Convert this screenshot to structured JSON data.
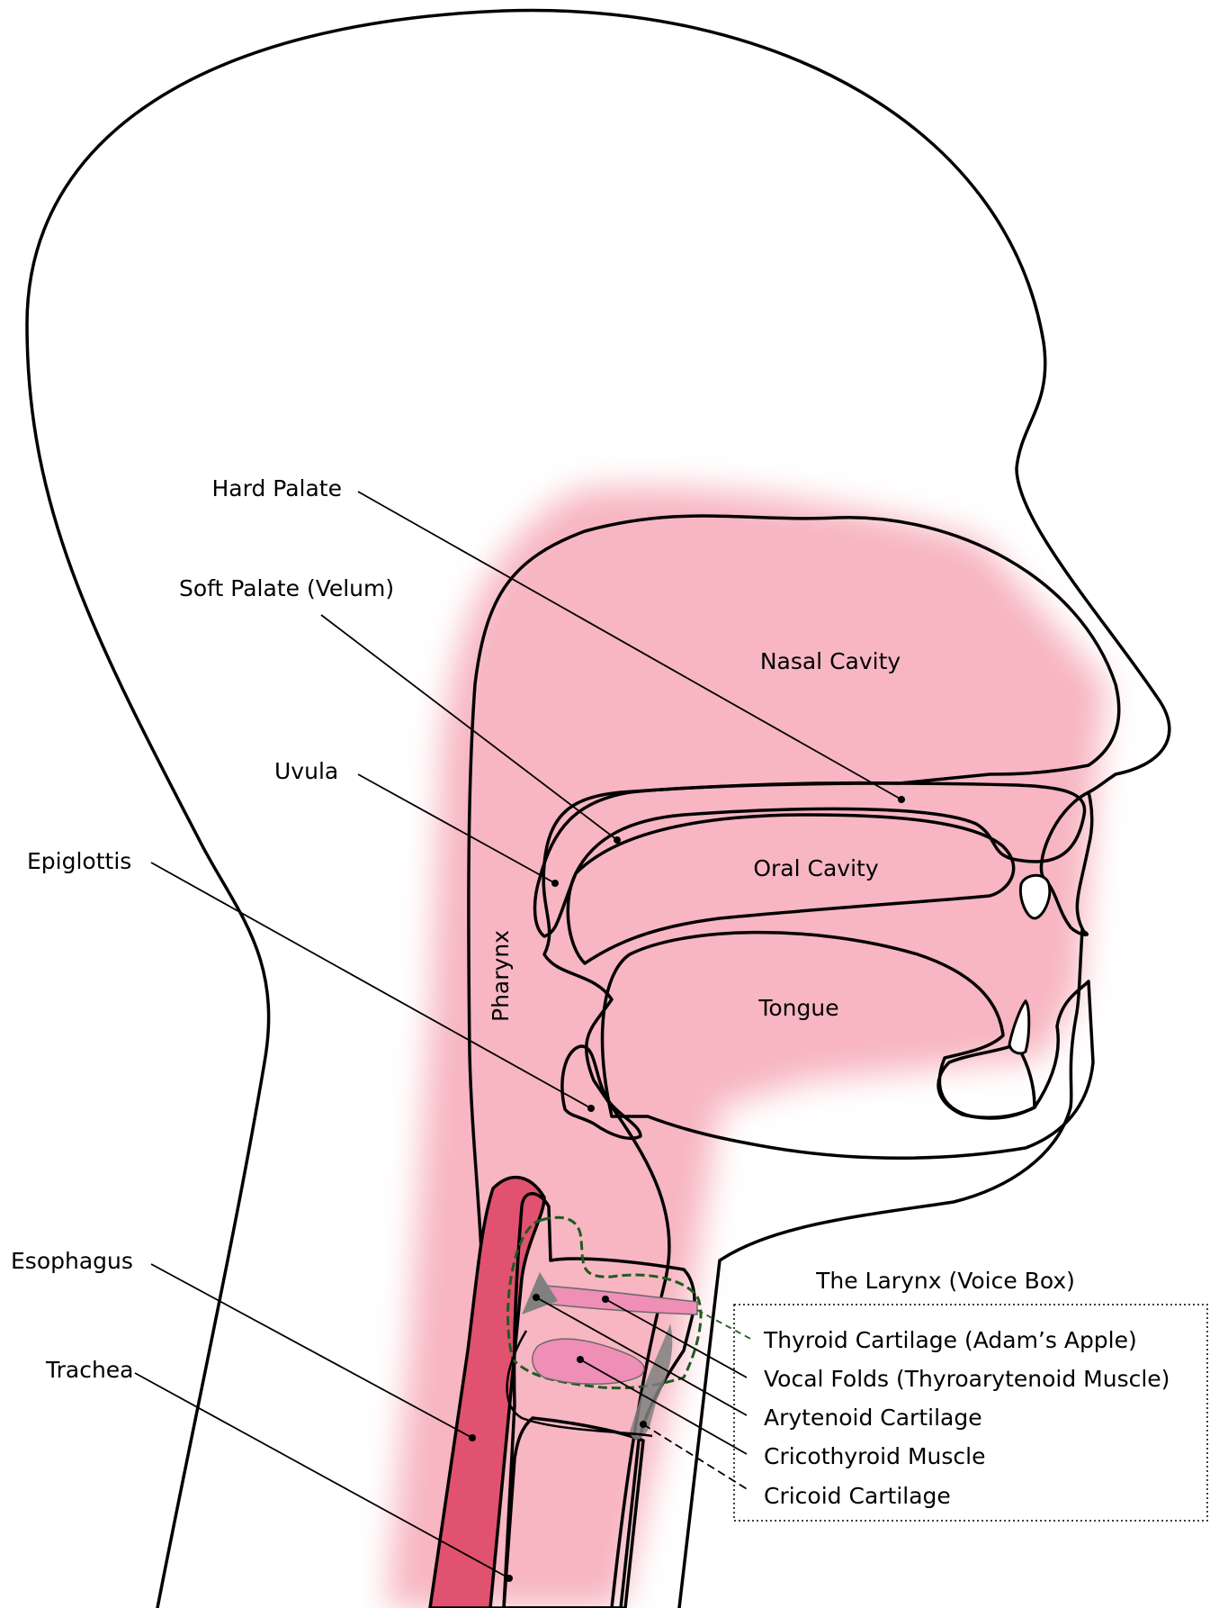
{
  "labels": {
    "hard_palate": "Hard Palate",
    "soft_palate": "Soft Palate (Velum)",
    "uvula": "Uvula",
    "epiglottis": "Epiglottis",
    "esophagus": "Esophagus",
    "trachea": "Trachea",
    "nasal_cavity": "Nasal Cavity",
    "oral_cavity": "Oral Cavity",
    "tongue": "Tongue",
    "pharynx": "Pharynx"
  },
  "larynx": {
    "title": "The Larynx (Voice Box)",
    "items": [
      "Thyroid Cartilage (Adam’s Apple)",
      "Vocal Folds (Thyroarytenoid Muscle)",
      "Arytenoid Cartilage",
      "Cricothyroid Muscle",
      "Cricoid Cartilage"
    ]
  },
  "colors": {
    "airway": "#86bce2",
    "tissue": "#f7b6c1",
    "esophagus": "#e0526f",
    "muscle": "#ef8fb6",
    "cartilage": "#808080",
    "thyroid_outline": "#1e5b1e"
  }
}
